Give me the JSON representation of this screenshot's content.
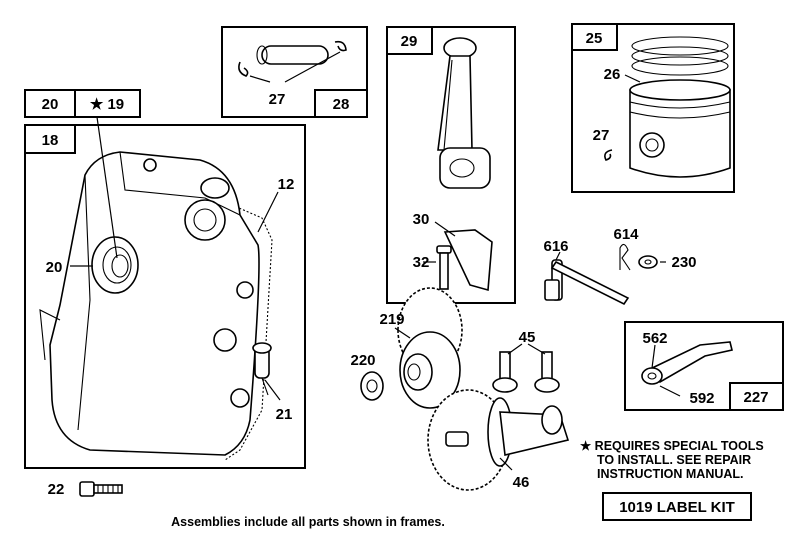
{
  "labels": {
    "l20a": "20",
    "l19": "★ 19",
    "l18": "18",
    "l12": "12",
    "l20b": "20",
    "l21": "21",
    "l22": "22",
    "l27a": "27",
    "l28": "28",
    "l29": "29",
    "l30": "30",
    "l32": "32",
    "l25": "25",
    "l26": "26",
    "l27b": "27",
    "l616": "616",
    "l614": "614",
    "l230": "230",
    "l219": "219",
    "l45": "45",
    "l220": "220",
    "l46": "46",
    "l562": "562",
    "l592": "592",
    "l227": "227"
  },
  "notes": {
    "star_line1": "★ REQUIRES SPECIAL TOOLS",
    "star_line2": "TO INSTALL.  SEE REPAIR",
    "star_line3": "INSTRUCTION MANUAL.",
    "label_kit": "1019 LABEL KIT",
    "footer": "Assemblies include all parts shown in frames."
  }
}
